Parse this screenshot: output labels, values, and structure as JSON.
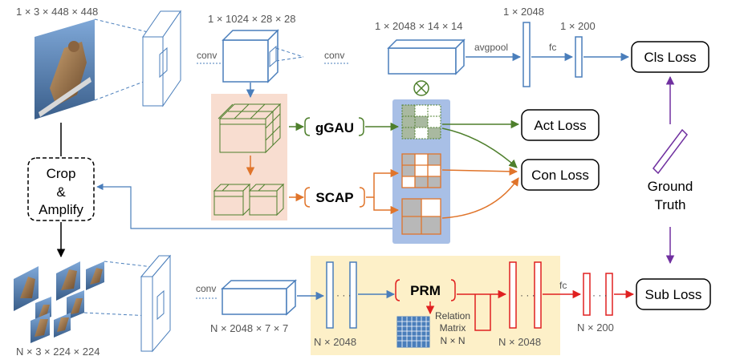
{
  "colors": {
    "blue": "#4A7EBB",
    "green": "#4E7F2C",
    "orange": "#E0742A",
    "red": "#E02020",
    "purple": "#7030A0",
    "peach": "#F8DDD0",
    "yellow": "#FDF0C8",
    "lavender": "#A8BFE6",
    "gray": "#B0B0B0"
  },
  "labels": {
    "input_top": "1 × 3 × 448 × 448",
    "feat_1024": "1 × 1024 × 28 × 28",
    "feat_2048": "1 × 2048 × 14 × 14",
    "vec_2048": "1 × 2048",
    "vec_200": "1 × 200",
    "conv": "conv",
    "avgpool": "avgpool",
    "fc": "fc",
    "ggau": "gGAU",
    "scap": "SCAP",
    "crop": "Crop",
    "amp_sym": "&",
    "amplify": "Amplify",
    "prm": "PRM",
    "relation": "Relation",
    "matrix": "Matrix",
    "n_by_n": "N × N",
    "ground": "Ground",
    "truth": "Truth",
    "input_bottom": "N × 3 × 224 × 224",
    "feat_bottom": "N × 2048 × 7 × 7",
    "n_2048_a": "N × 2048",
    "n_2048_b": "N × 2048",
    "n_200": "N × 200",
    "dots": "· · ·"
  },
  "losses": {
    "cls": "Cls Loss",
    "act": "Act Loss",
    "con": "Con Loss",
    "sub": "Sub Loss"
  }
}
